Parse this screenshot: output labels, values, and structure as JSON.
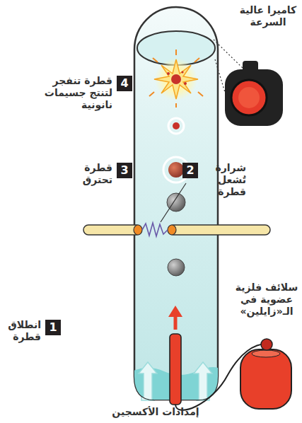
{
  "diagram": {
    "nodes": [
      {
        "text": [
          "4",
          "قطرة تنفجر لتنتج جسيمات نانونية"
        ]
      },
      {
        "text": [
          "3",
          "قطرة تحترق"
        ]
      },
      {
        "text": [
          "2",
          "شرارة تُشعل قطرة"
        ]
      },
      {
        "text": [
          "1",
          "انطلاق قطرة"
        ]
      }
    ],
    "labels": [
      "كاميرا عالية السرعة",
      "سلائف فلزية عضوية في الـ«زايلين»",
      "إمدادات الأكسجين"
    ]
  }
}
